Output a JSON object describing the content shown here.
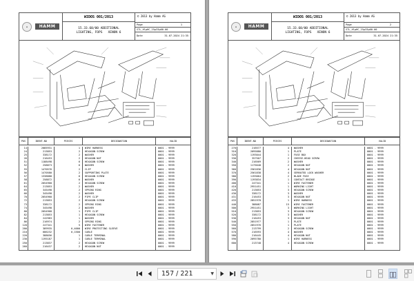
{
  "viewer": {
    "pages": [
      {
        "side": "left",
        "titleblock": {
          "logo_left": "HAMM group seal",
          "logo_brand": "HAMM",
          "title": "WIDOS 001/2013",
          "description_line1": "15.33.60/00 ADDITIONAL",
          "description_line2": "LIGHTING, FOPS   XENON 6",
          "copyright": "© 2013 by Hamm AG",
          "page_label": "Page",
          "page_value": "1",
          "doc_id": "STL_HlpHC_15p33p60-00",
          "date_label": "Date",
          "date_value": "31.07.2024  21:35"
        },
        "table": {
          "headers": [
            "POS",
            "IDENT-NO",
            "PIECES",
            "DESIGNATION",
            "VALID"
          ],
          "rows": [
            [
              "14",
              "2085931",
              "1",
              "WIRE HARNESS",
              "0001 - 9999"
            ],
            [
              "24",
              "213853",
              "2",
              "HEXAGON SCREW",
              "0001 - 9999"
            ],
            [
              "25",
              "338172",
              "2",
              "WASHER",
              "0001 - 9999"
            ],
            [
              "26",
              "216453",
              "2",
              "HEXAGON NUT",
              "0001 - 9999"
            ],
            [
              "51",
              "1188498",
              "6",
              "HEXAGON SCREW",
              "0001 - 9999"
            ],
            [
              "52",
              "258873",
              "6",
              "WASHER",
              "0001 - 9999"
            ],
            [
              "55",
              "1470576",
              "2",
              "CLIP",
              "0001 - 9999"
            ],
            [
              "56",
              "1470580",
              "2",
              "SUPPORTING PLATE",
              "0001 - 9999"
            ],
            [
              "57",
              "1338888",
              "6",
              "HEXAGON SCREW",
              "0001 - 9999"
            ],
            [
              "58",
              "258872",
              "6",
              "WASHER",
              "0001 - 9999"
            ],
            [
              "61",
              "2054968",
              "2",
              "HEXAGON SCREW",
              "0001 - 9999"
            ],
            [
              "64",
              "213853",
              "2",
              "WASHER",
              "0001 - 9999"
            ],
            [
              "65",
              "345498",
              "2",
              "SPRING RING",
              "0001 - 9999"
            ],
            [
              "66",
              "345498",
              "2",
              "WASHER",
              "0001 - 9999"
            ],
            [
              "70",
              "2054968",
              "2",
              "PIPE CLIP",
              "0001 - 9999"
            ],
            [
              "72",
              "213853",
              "2",
              "HEXAGON SCREW",
              "0001 - 9999"
            ],
            [
              "73",
              "338172",
              "2",
              "SPRING RING",
              "0001 - 9999"
            ],
            [
              "74",
              "345498",
              "2",
              "WASHER",
              "0001 - 9999"
            ],
            [
              "80",
              "2054968",
              "1",
              "PIPE CLIP",
              "0001 - 9999"
            ],
            [
              "82",
              "213853",
              "1",
              "HEXAGON SCREW",
              "0001 - 9999"
            ],
            [
              "84",
              "242983",
              "1",
              "WASHER",
              "0001 - 9999"
            ],
            [
              "86",
              "216974",
              "2",
              "SPRING RING",
              "0001 - 9999"
            ],
            [
              "120",
              "247341",
              "5",
              "WIRE FASTENER",
              "0001 - 9999"
            ],
            [
              "200",
              "389935",
              "0,4000",
              "WIRE PROTECTING SLEEVE",
              "0001 - 9999"
            ],
            [
              "210",
              "686232",
              "0,1500",
              "CABLE",
              "0001 - 9999"
            ],
            [
              "220",
              "388656",
              "1",
              "CABLE TERMINAL",
              "0001 - 9999"
            ],
            [
              "230",
              "1195187",
              "1",
              "CABLE TERMINAL",
              "0001 - 9999"
            ],
            [
              "250",
              "213837",
              "2",
              "HEXAGON SCREW",
              "0001 - 9999"
            ],
            [
              "260",
              "216437",
              "2",
              "HEXAGON NUT",
              "0001 - 9999"
            ]
          ]
        }
      },
      {
        "side": "right",
        "titleblock": {
          "logo_left": "HAMM group seal",
          "logo_brand": "HAMM",
          "title": "WIDOS 001/2013",
          "description_line1": "15.33.60/00 ADDITIONAL",
          "description_line2": "LIGHTING, FOPS   XENON 6",
          "copyright": "© 2013 by Hamm AG",
          "page_label": "Page",
          "page_value": "2",
          "doc_id": "STL_HlpHC_15p33p60-00",
          "date_label": "Date",
          "date_value": "31.07.2024  21:35"
        },
        "table": {
          "headers": [
            "POS",
            "IDENT-NO",
            "PIECES",
            "DESIGNATION",
            "VALID"
          ],
          "rows": [
            [
              "270",
              "216577",
              "4",
              "WASHER",
              "0001 - 9999"
            ],
            [
              "310",
              "2095880",
              "1",
              "PLATE",
              "0001 - 9999"
            ],
            [
              "320",
              "1193044",
              "1",
              "FUSE BOX",
              "0001 - 9999"
            ],
            [
              "330",
              "357507",
              "2",
              "CHEESE-HEAD SCREW",
              "0001 - 9999"
            ],
            [
              "340",
              "216569",
              "2",
              "WASHER",
              "0001 - 9999"
            ],
            [
              "350",
              "1175648",
              "2",
              "HEXAGON NUT",
              "0001 - 9999"
            ],
            [
              "360",
              "2561836",
              "4",
              "HEXAGON NUT",
              "0001 - 9999"
            ],
            [
              "370",
              "2561838",
              "4",
              "SERRATED LOCK WASHER",
              "0001 - 9999"
            ],
            [
              "380",
              "1193064",
              "2",
              "BLADE FUSE",
              "0001 - 9999"
            ],
            [
              "390",
              "1193834",
              "1",
              "CONTACT BRIDGE",
              "0001 - 9999"
            ],
            [
              "400",
              "247341",
              "1",
              "WIRE FASTENER",
              "0001 - 9999"
            ],
            [
              "410",
              "2951451",
              "1",
              "WORKING LIGHT",
              "0001 - 9999"
            ],
            [
              "420",
              "213853",
              "3",
              "HEXAGON SCREW",
              "0001 - 9999"
            ],
            [
              "430",
              "338172",
              "3",
              "WASHER",
              "0001 - 9999"
            ],
            [
              "431",
              "216453",
              "3",
              "HEXAGON NUT",
              "0001 - 9999"
            ],
            [
              "433",
              "2851978",
              "1",
              "WIRE HARNESS",
              "0001 - 9999"
            ],
            [
              "440",
              "388087",
              "15",
              "WIRE FASTENER",
              "0001 - 9999"
            ],
            [
              "500",
              "2951451",
              "3",
              "WORKING LIGHT",
              "0001 - 9999"
            ],
            [
              "510",
              "213853",
              "3",
              "HEXAGON SCREW",
              "0001 - 9999"
            ],
            [
              "520",
              "338172",
              "3",
              "WASHER",
              "0001 - 9999"
            ],
            [
              "530",
              "216453",
              "3",
              "HEXAGON NUT",
              "0001 - 9999"
            ],
            [
              "540",
              "2851977",
              "1",
              "PLATE",
              "0001 - 9999"
            ],
            [
              "550",
              "2851976",
              "1",
              "PLATE",
              "0001 - 9999"
            ],
            [
              "560",
              "213799",
              "2",
              "HEXAGON SCREW",
              "0001 - 9999"
            ],
            [
              "570",
              "216593",
              "4",
              "WASHER",
              "0001 - 9999"
            ],
            [
              "580",
              "216445",
              "4",
              "HEXAGON NUT",
              "0001 - 9999"
            ],
            [
              "590",
              "2095780",
              "1",
              "WIRE HARNESS",
              "0001 - 9999"
            ],
            [
              "600",
              "213748",
              "4",
              "HEXAGON SCREW",
              "0001 - 9999"
            ]
          ]
        }
      }
    ]
  },
  "toolbar": {
    "first_page_icon": "first-page-icon",
    "prev_page_icon": "previous-page-icon",
    "page_indicator": "157 / 221",
    "next_page_icon": "next-page-icon",
    "last_page_icon": "last-page-icon",
    "go_back_icon": "go-back-view-icon",
    "go_forward_icon": "go-forward-view-icon",
    "view_modes": [
      "single-page-icon",
      "continuous-page-icon",
      "two-page-icon",
      "two-page-continuous-icon"
    ],
    "active_view_mode": "two-page-icon"
  },
  "colors": {
    "gutter": "#a8a8a8",
    "toolbar_bg": "#f5f5f5",
    "active_view_bg": "#d4e3f5",
    "hamm_logo_bg": "#555555"
  }
}
